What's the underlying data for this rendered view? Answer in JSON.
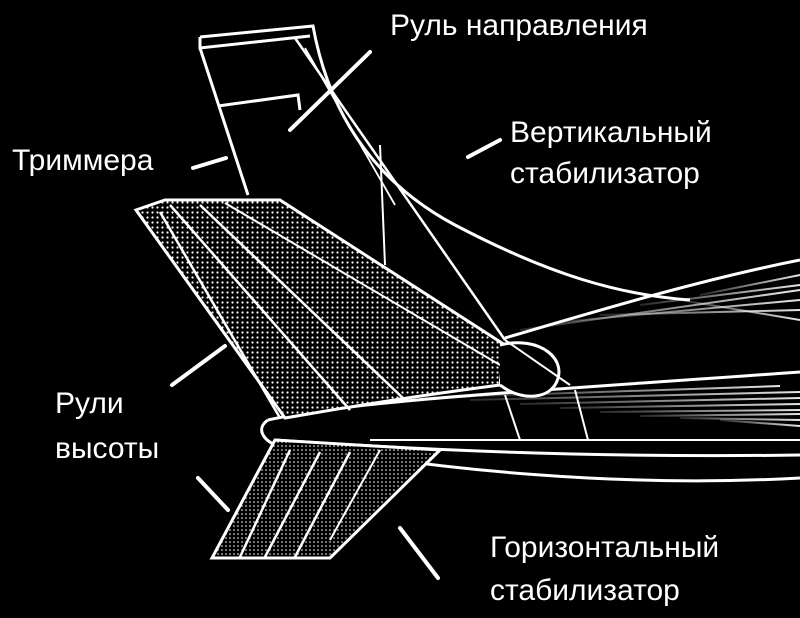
{
  "labels": {
    "rudder": "Руль направления",
    "vertical_stabilizer_line1": "Вертикальный",
    "vertical_stabilizer_line2": "стабилизатор",
    "trim_tabs": "Триммера",
    "elevators_line1": "Рули",
    "elevators_line2": "высоты",
    "horizontal_stabilizer_line1": "Горизонтальный",
    "horizontal_stabilizer_line2": "стабилизатор"
  },
  "colors": {
    "background": "#000000",
    "line": "#ffffff",
    "text": "#ffffff"
  }
}
